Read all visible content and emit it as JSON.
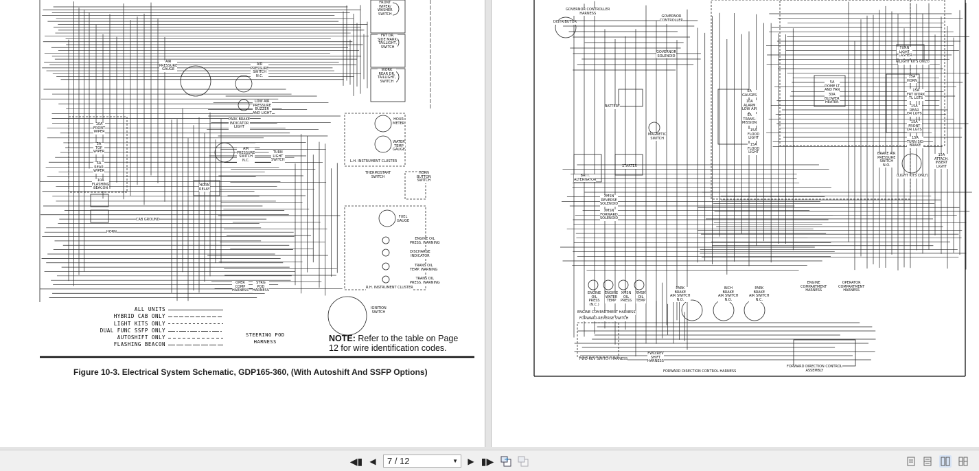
{
  "viewer": {
    "page_input": "7 / 12",
    "buttons": {
      "first": "first-page",
      "prev": "previous-page",
      "next": "next-page",
      "last": "last-page",
      "back": "previous-view",
      "forward": "next-view"
    },
    "view_modes": [
      "single-page",
      "continuous",
      "two-page",
      "two-page-continuous"
    ],
    "active_view_mode": "two-page"
  },
  "page_left": {
    "legend": [
      "ALL UNITS",
      "HYBRID CAB ONLY",
      "LIGHT KITS ONLY",
      "DUAL FUNC SSFP ONLY",
      "AUTOSHIFT ONLY",
      "FLASHING BEACON"
    ],
    "note_bold": "NOTE:",
    "note_text": " Refer to the table on Page 12 for wire identification codes.",
    "steering_pod": "STEERING POD\nHARNESS",
    "caption": "Figure 10-3. Electrical System Schematic, GDP165-360, (With Autoshift And SSFP Options)",
    "labels": [
      "FRONT\nWIPER/\nWASHER\nSWITCH",
      "FRT DR.\nSIDE MARK,\nTAILLIGHT,\nSWITCH",
      "WORK\nREAR DR.\nTAILLIGHT,\nSWITCH",
      "AIR\nPRESSURE\nGAUGE",
      "AIR\nPRESSURE\nSWITCH\nN.C.",
      "LOW AIR\nPRESSURE\nBUZZER\nAND LIGHT",
      "PARK BRAKE\nINDICATOR\nLIGHT",
      "AIR\nPRESSURE\nSWITCH\nN.C.",
      "TURN\nLIGHT\nSWITCH",
      "HOUR\nMETER",
      "WATER\nTEMP\nGAUGE",
      "L.H. INSTRUMENT CLUSTER",
      "THERMOSTART\nSWITCH",
      "HORN\nBUTTON\nSWITCH",
      "FUEL\nGAUGE",
      "ENGINE OIL\nPRESS. WARNING",
      "DISCHARGE\nINDICATOR",
      "TRANS OIL\nTEMP. WARNING",
      "TRANS OIL\nPRESS. WARNING",
      "R.H. INSTRUMENT CLUSTER",
      "IGNITION\nSWITCH",
      "HORN\nRELAY",
      "CAB GROUND",
      "HORN",
      "OPER\nCOMP\nHARNESS",
      "STRG\nPOD\nHARNESS",
      "10A\nFRONT\nWIPER",
      "5A\nTOP\nWIPER",
      "5A\nREAR\nWIPER",
      "10A\nFLASHING\nBEACON"
    ]
  },
  "page_right": {
    "labels": [
      "GOVERNOR CONTROLLER\nHARNESS",
      "DISTRIBUTOR",
      "GOVERNOR\nCONTROLLER",
      "GOVERNOR\nSOLENOID",
      "BATTERY",
      "MAGNETIC\nSWITCH",
      "STARTER",
      "BATT.\nALTERNATOR",
      "XMSN\nREVERSE\nSOLENOID",
      "XMSN\nFORWARD\nSOLENOID",
      "ENGINE\nOIL\nPRESS\n(N.C.)",
      "ENGINE\nWATER\nTEMP",
      "XMSN\nOIL\nPRESS",
      "XMSN\nOIL\nTEMP",
      "ENGINE COMPARTMENT HARNESS",
      "FORWARD-REVERSE SWITCH",
      "FWD-REV SWITCH HARNESS",
      "FWD/REV\nSHIFT\nHARNESS",
      "FORWARD DIRECTION CONTROL HARNESS",
      "PARK\nBRAKE\nAIR SWITCH\nN.O.",
      "INCH\nBRAKE\nAIR SWITCH\nN.O.",
      "PARK\nBRAKE\nAIR SWITCH\nN.C.",
      "FORWARD DIRECTION CONTROL\nASSEMBLY",
      "ENGINE\nCOMPARTMENT\nHARNESS",
      "OPERATOR\nCOMPARTMENT\nHARNESS",
      "5A\nGAUGES",
      "10A\nALARM\nLOW AIR",
      "5A\nTRANS-\nMISSION",
      "15A\nFLOOD\nLIGHT",
      "15A\nFLOOD\nLIGHT",
      "5A\nDOME LT\nAND FAN",
      "30A\nBLOWER\nHEATER",
      "15A\nHORN",
      "15A\nFRT WORK\nTL LGTS",
      "15A\nREAR\nDR LGTS",
      "15A\nFRONT\nDR LGTS",
      "15A\nTURN SIG\nBRAKE",
      "TURN\nLIGHT\nFLASHER",
      "(LIGHT KITS ONLY)",
      "BRAKE AIR\nPRESSURE\nSWITCH\nN.O.",
      "15A\nATTACH.\nINSERT\nLIGHT",
      "(LIGHT KITS ONLY)"
    ]
  }
}
